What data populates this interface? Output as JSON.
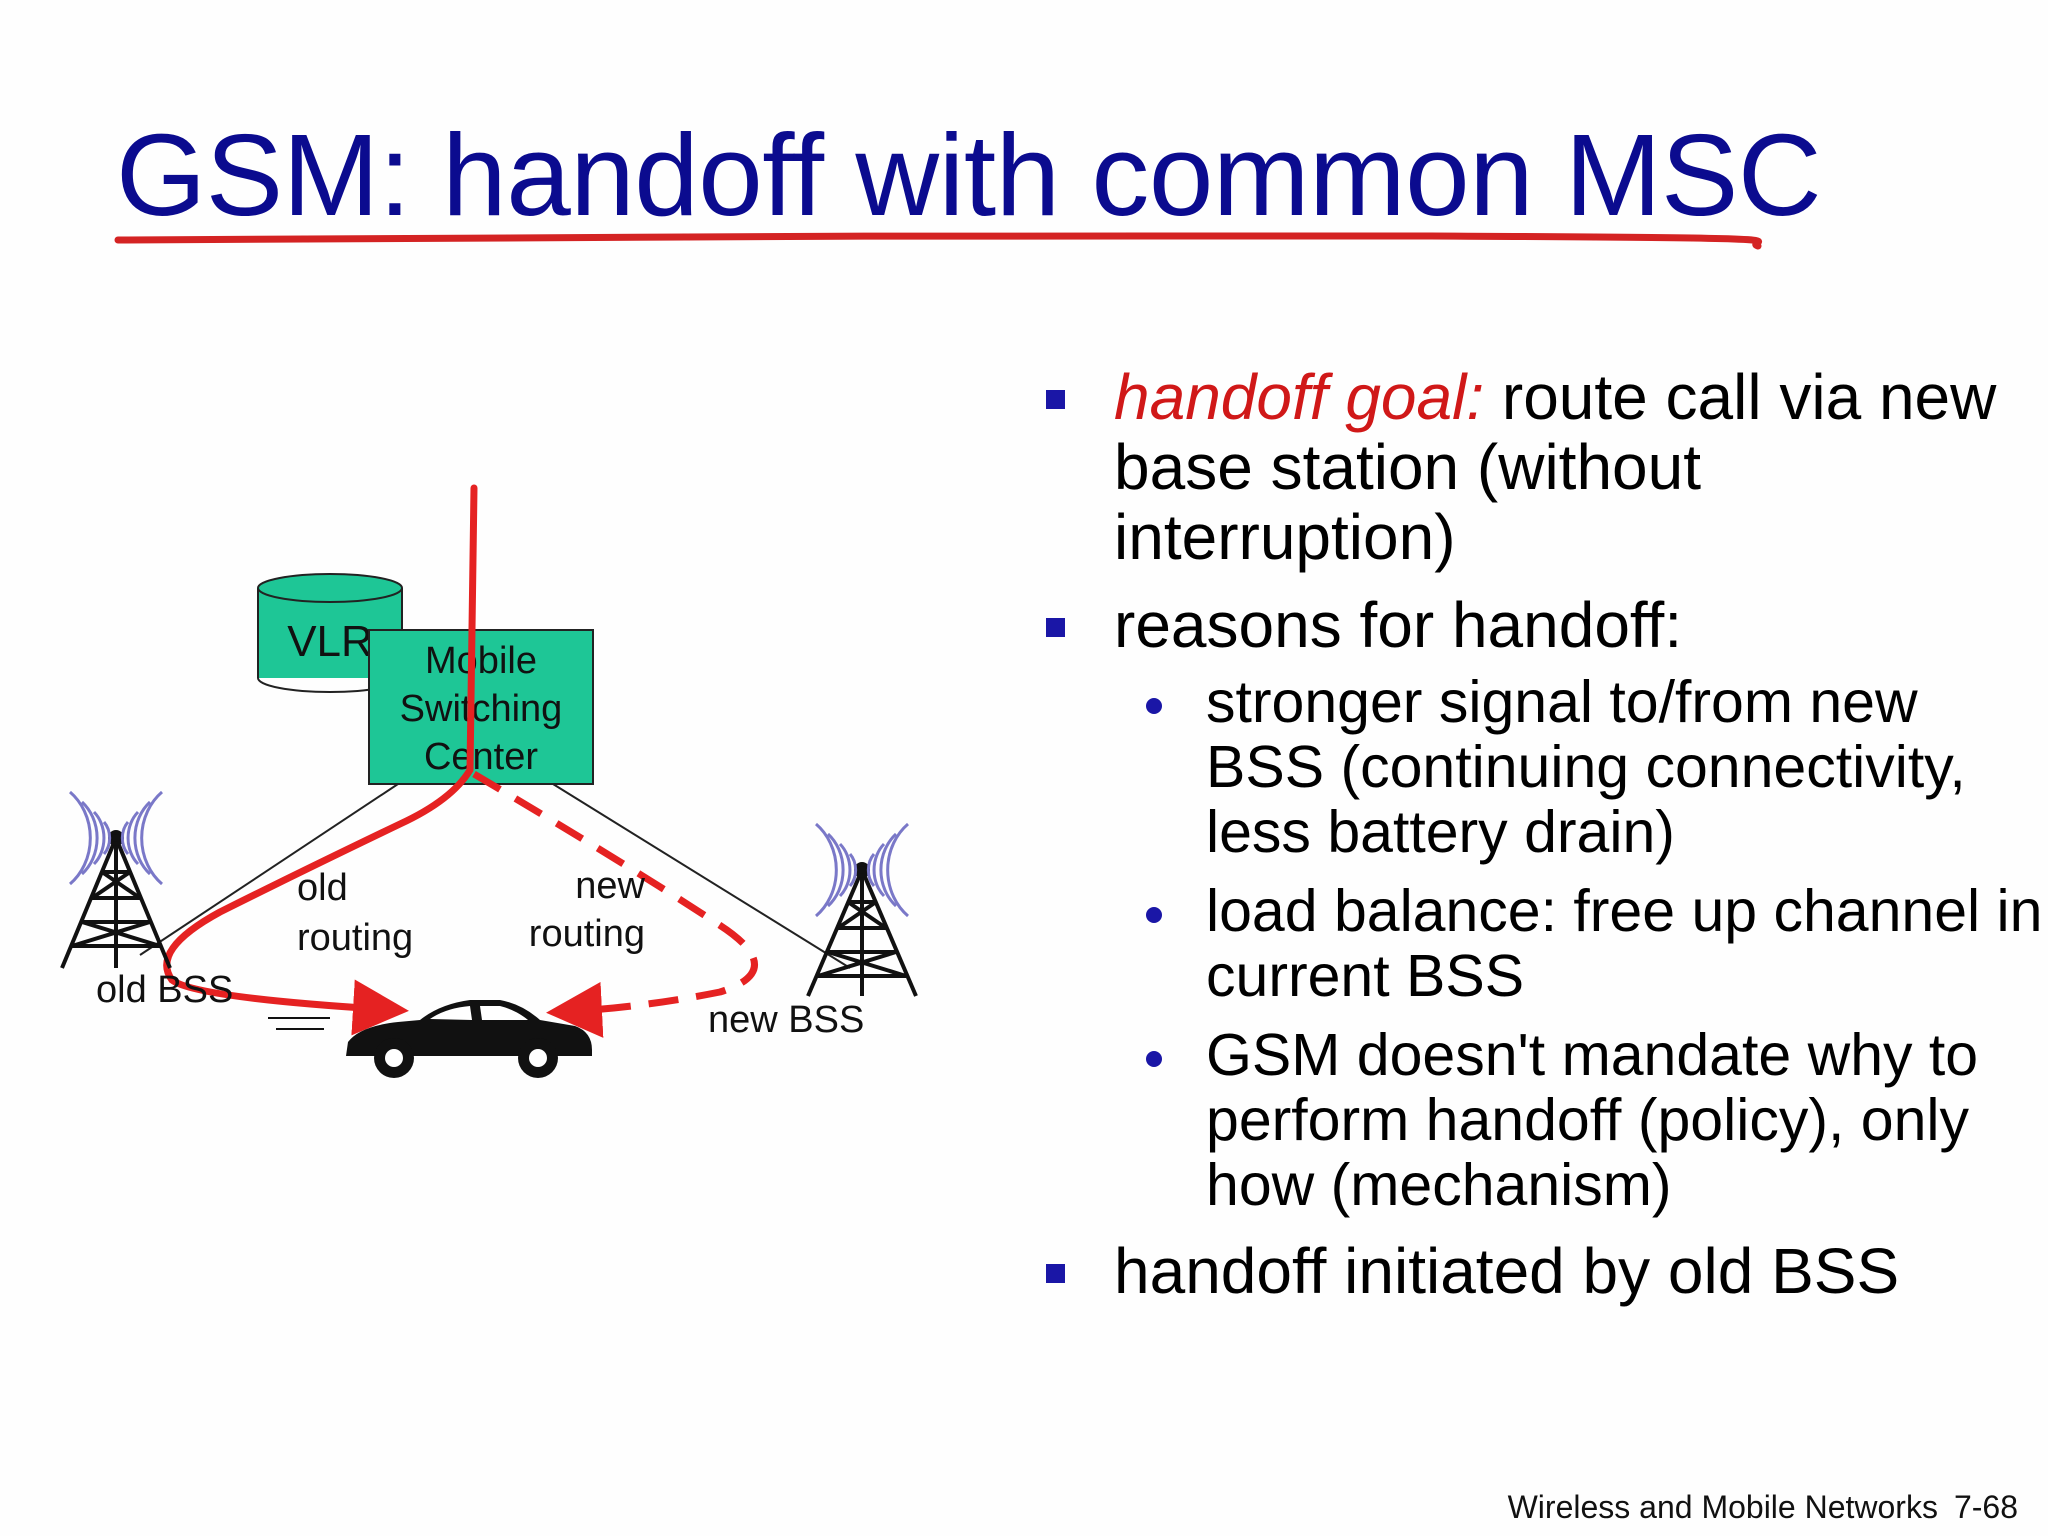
{
  "slide": {
    "title": "GSM: handoff with common MSC",
    "footer_title": "Wireless and Mobile Networks",
    "page_number": "7-68"
  },
  "diagram": {
    "vlr_label": "VLR",
    "msc_label_lines": [
      "Mobile",
      "Switching",
      "Center"
    ],
    "old_routing_lines": [
      "old",
      "routing"
    ],
    "new_routing_lines": [
      "new",
      "routing"
    ],
    "old_bss_label": "old BSS",
    "new_bss_label": "new BSS",
    "icons": [
      "database-icon",
      "cell-tower-icon",
      "radio-wave-icon",
      "car-icon"
    ],
    "colors": {
      "msc_fill": "#1ec696",
      "route": "#e52222",
      "title": "#0b0b8f",
      "bullet": "#1a16a6",
      "emphasis": "#d01818"
    }
  },
  "bullets": {
    "b1_emphasis": "handoff goal:",
    "b1_rest": " route call via new base station (without interruption)",
    "b2": "reasons for handoff:",
    "b2_sub1": "stronger signal to/from new BSS (continuing connectivity, less battery drain)",
    "b2_sub2": "load balance: free up channel in current BSS",
    "b2_sub3": "GSM doesn't mandate why to perform handoff (policy), only how (mechanism)",
    "b3": "handoff initiated by old BSS"
  }
}
